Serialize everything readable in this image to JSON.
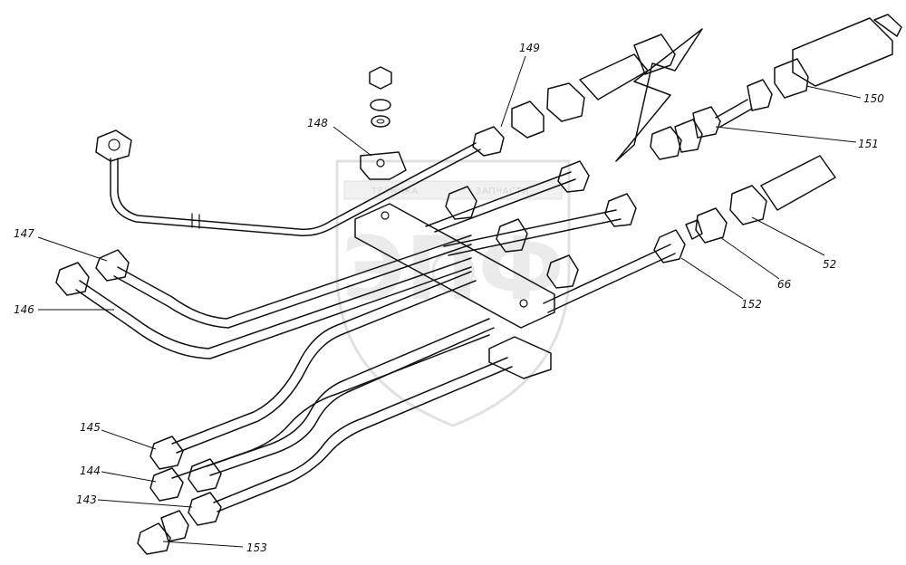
{
  "watermark": {
    "logo_text": "ЭПФ",
    "band_text_left": "ТЕХНИКА",
    "band_text_right": "ЗАПЧАСТИ",
    "color": "#c8c8c8"
  },
  "callouts": [
    {
      "id": "149",
      "text": "149"
    },
    {
      "id": "148",
      "text": "148"
    },
    {
      "id": "150",
      "text": "150"
    },
    {
      "id": "151",
      "text": "151"
    },
    {
      "id": "147",
      "text": "147"
    },
    {
      "id": "146",
      "text": "146"
    },
    {
      "id": "52",
      "text": "52"
    },
    {
      "id": "66",
      "text": "66"
    },
    {
      "id": "152",
      "text": "152"
    },
    {
      "id": "145",
      "text": "145"
    },
    {
      "id": "144",
      "text": "144"
    },
    {
      "id": "143",
      "text": "143"
    },
    {
      "id": "153",
      "text": "153"
    }
  ]
}
